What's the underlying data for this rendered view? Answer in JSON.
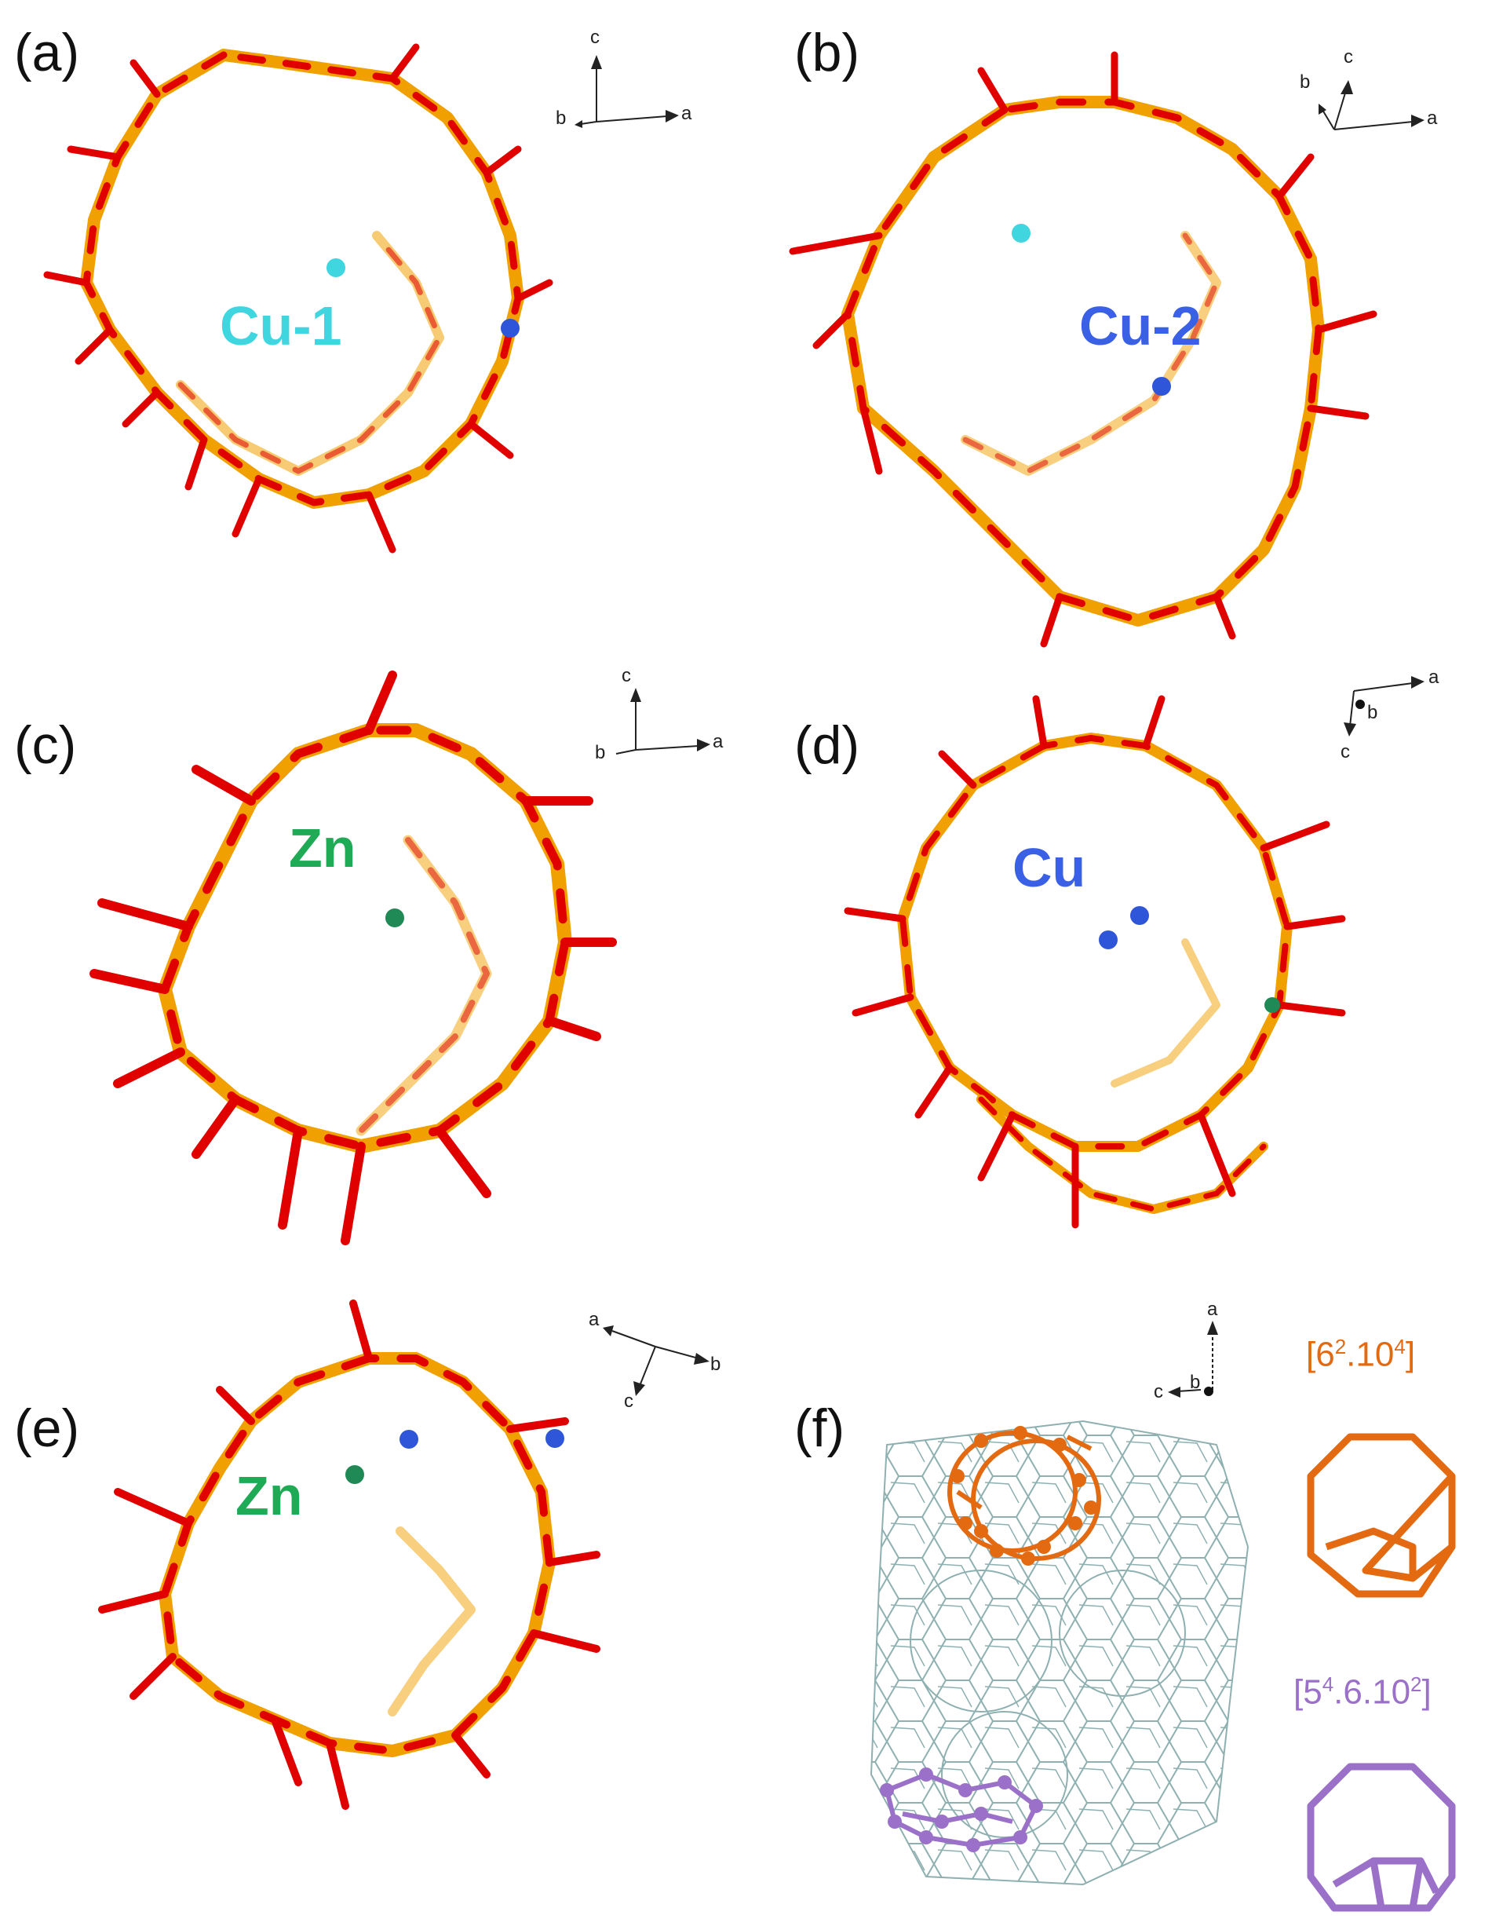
{
  "panels": {
    "a": {
      "label": "(a)",
      "ion": "Cu-1",
      "axes": [
        "c",
        "b",
        "a"
      ]
    },
    "b": {
      "label": "(b)",
      "ion": "Cu-2",
      "axes": [
        "c",
        "b",
        "a"
      ]
    },
    "c": {
      "label": "(c)",
      "ion": "Zn",
      "axes": [
        "c",
        "b",
        "a"
      ]
    },
    "d": {
      "label": "(d)",
      "ion": "Cu",
      "axes": [
        "a",
        "b",
        "c"
      ]
    },
    "e": {
      "label": "(e)",
      "ion": "Zn",
      "axes": [
        "a",
        "b",
        "c"
      ]
    },
    "f": {
      "label": "(f)",
      "axes": [
        "a",
        "b",
        "c"
      ],
      "cage1": {
        "base": "[6",
        "sup1": "2",
        "mid": ".10",
        "sup2": "4",
        "end": "]"
      },
      "cage2": {
        "base": "[5",
        "sup1": "4",
        "mid": ".6.10",
        "sup2": "2",
        "end": "]"
      }
    }
  },
  "colors": {
    "oxygen": "#e00000",
    "tetrahedral_atom": "#f0a000",
    "cu1_site": "#3fd6e0",
    "cu_site": "#2f55d8",
    "zn_site": "#1f8a55",
    "cu1_label": "#3fd6e0",
    "cu_label": "#3a60e6",
    "zn_label": "#1faa55",
    "framework": "#8fb0b0",
    "cage1": "#e36a10",
    "cage2": "#9a70c8"
  }
}
